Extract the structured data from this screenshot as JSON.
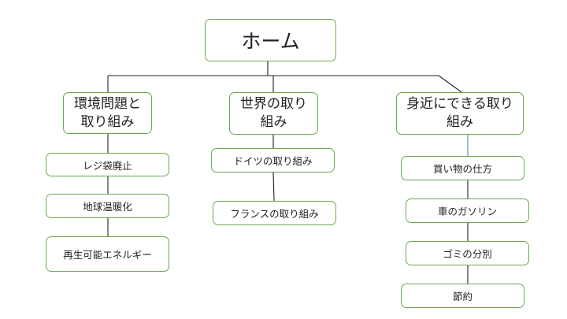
{
  "colors": {
    "node_border": "#6aa84f",
    "edge": "#222222",
    "accent_edge": "#4a90a4"
  },
  "root": {
    "label": "ホーム"
  },
  "categories": [
    {
      "label": "環境問題と\n取り組み",
      "items": [
        "レジ袋廃止",
        "地球温暖化",
        "再生可能エネルギー"
      ]
    },
    {
      "label": "世界の取り\n組み",
      "items": [
        "ドイツの取り組み",
        "フランスの取り組み"
      ]
    },
    {
      "label": "身近にできる取り\n組み",
      "items": [
        "買い物の仕方",
        "車のガソリン",
        "ゴミの分別",
        "節約"
      ]
    }
  ]
}
